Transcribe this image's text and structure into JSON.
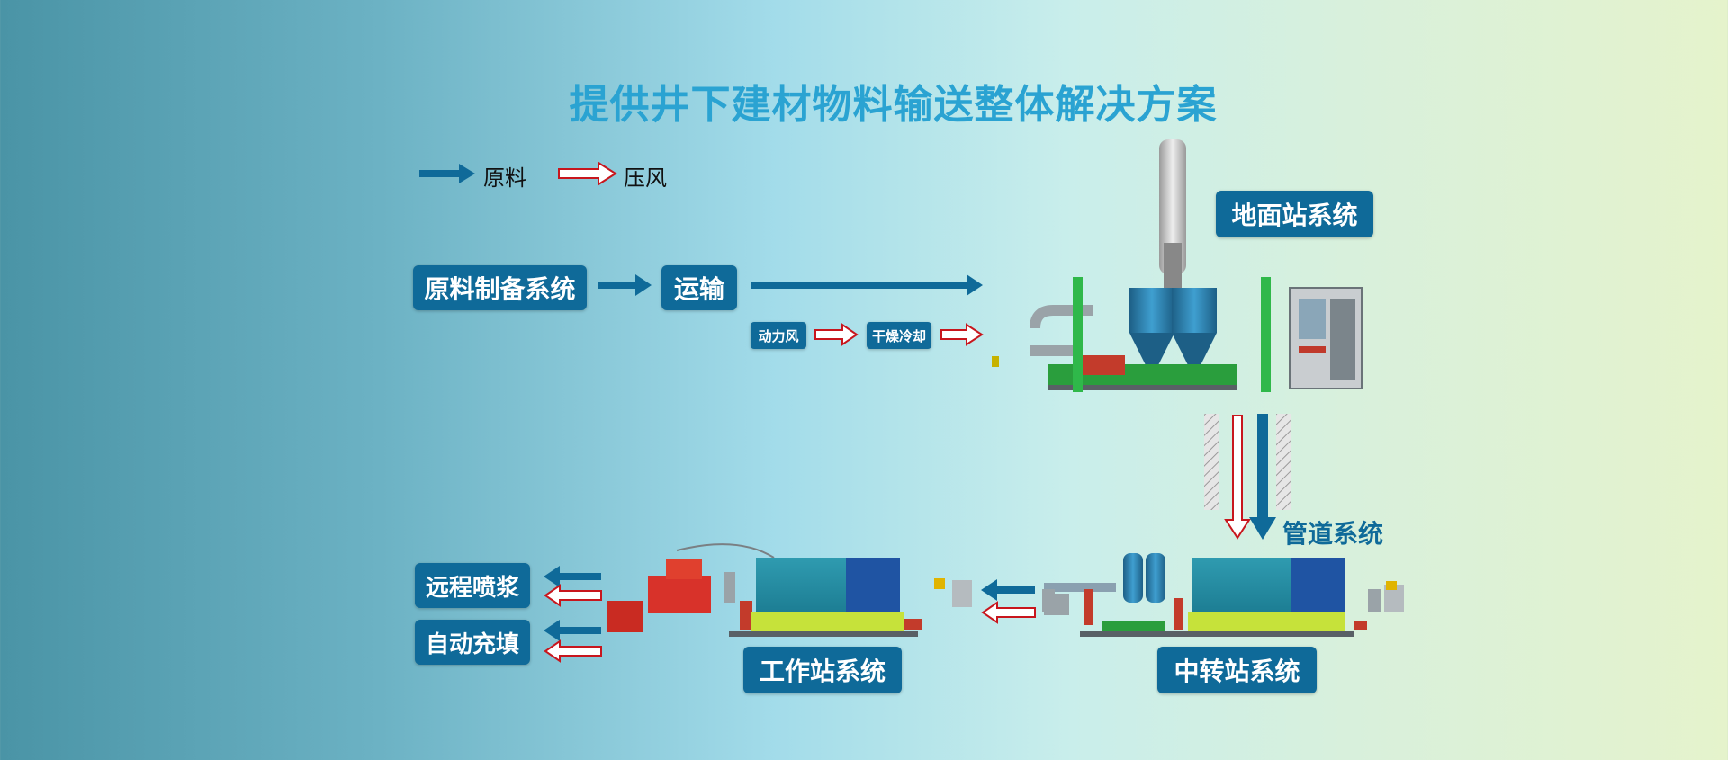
{
  "title": "提供井下建材物料输送整体解决方案",
  "legend": {
    "material": "原料",
    "compressed_air": "压风"
  },
  "boxes": {
    "raw_prep": "原料制备系统",
    "transport": "运输",
    "power_air": "动力风",
    "dry_cool": "干燥冷却",
    "ground_station": "地面站系统",
    "pipeline": "管道系统",
    "remote_grouting": "远程喷浆",
    "auto_filling": "自动充填",
    "work_station": "工作站系统",
    "relay_station": "中转站系统"
  },
  "colors": {
    "material_arrow": "#0f6a99",
    "air_arrow_outline": "#c8161d",
    "box_bg": "#0f6a99",
    "title": "#2aa3d2"
  }
}
